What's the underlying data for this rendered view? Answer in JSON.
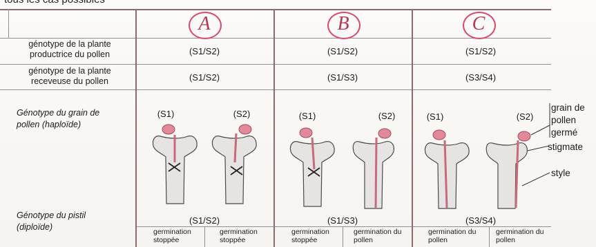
{
  "header_cut_text": "tous les cas possibles",
  "columns": [
    {
      "letter": "A",
      "producer_genotype": "(S1/S2)",
      "receiver_genotype": "(S1/S2)",
      "pistil_genotype": "(S1/S2)",
      "grains": [
        {
          "label": "(S1)",
          "result": "germination stoppée"
        },
        {
          "label": "(S2)",
          "result": "germination stoppée"
        }
      ]
    },
    {
      "letter": "B",
      "producer_genotype": "(S1/S2)",
      "receiver_genotype": "(S1/S3)",
      "pistil_genotype": "(S1/S3)",
      "grains": [
        {
          "label": "(S1)",
          "result": "germination stoppée"
        },
        {
          "label": "(S2)",
          "result": "germination du pollen"
        }
      ]
    },
    {
      "letter": "C",
      "producer_genotype": "(S1/S2)",
      "receiver_genotype": "(S3/S4)",
      "pistil_genotype": "(S3/S4)",
      "grains": [
        {
          "label": "(S1)",
          "result": "germination du pollen"
        },
        {
          "label": "(S2)",
          "result": "germination du pollen"
        }
      ]
    }
  ],
  "row_labels": {
    "producer": "génotype de la plante productrice du pollen",
    "receiver": "génotype de la plante receveuse du pollen",
    "grain": "Génotype du grain de pollen (haploïde)",
    "pistil": "Génotype du pistil (diploïde)"
  },
  "annotations": {
    "grain": "grain de pollen germé",
    "stigma": "stigmate",
    "style": "style"
  },
  "colors": {
    "pollen": "#e0899a",
    "pollen_edge": "#a84a5e",
    "pistil_fill": "#e6e4e2",
    "pistil_edge": "#4a4a4a",
    "tube": "#c8697c",
    "circle": "#d84a6a",
    "rule": "#8a6a6c"
  }
}
